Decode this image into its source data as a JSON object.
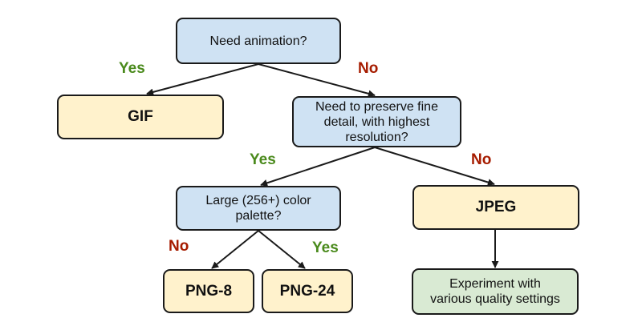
{
  "nodes": {
    "q1": [
      "Need animation?"
    ],
    "q2": [
      "Need to preserve fine",
      "detail, with highest",
      "resolution?"
    ],
    "q3": [
      "Large (256+) color",
      "palette?"
    ],
    "gif": "GIF",
    "jpeg": "JPEG",
    "png8": "PNG-8",
    "png24": "PNG-24",
    "experiment": [
      "Experiment with",
      "various quality settings"
    ]
  },
  "edge_labels": {
    "q1_yes": "Yes",
    "q1_no": "No",
    "q2_yes": "Yes",
    "q2_no": "No",
    "q3_no": "No",
    "q3_yes": "Yes"
  },
  "colors": {
    "question_fill": "#cfe2f3",
    "format_fill": "#fff2cc",
    "advice_fill": "#d9ead3",
    "yes_label": "#4a8a1c",
    "no_label": "#a61c00",
    "stroke": "#1a1a1a"
  }
}
